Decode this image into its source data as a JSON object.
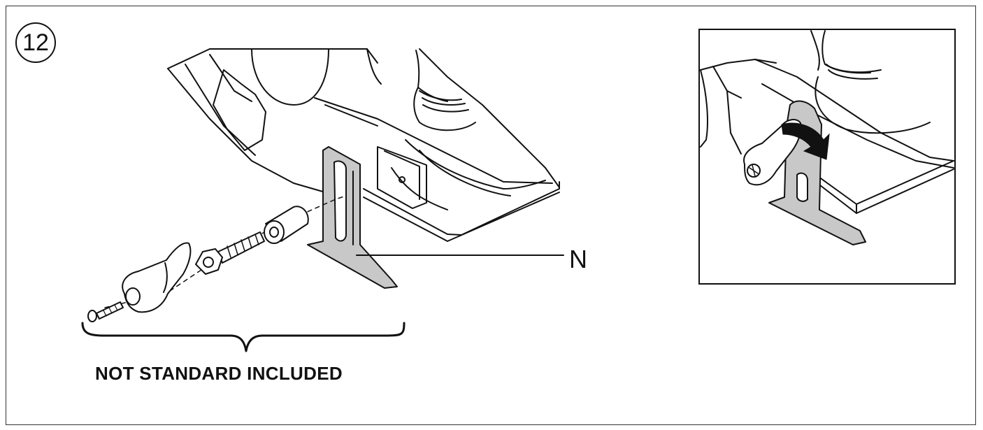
{
  "figure": {
    "step_number": "12",
    "part_label": "N",
    "caption": "NOT STANDARD INCLUDED"
  },
  "colors": {
    "line": "#111111",
    "part_fill": "#c8c8c8",
    "body_fill": "#ffffff"
  }
}
